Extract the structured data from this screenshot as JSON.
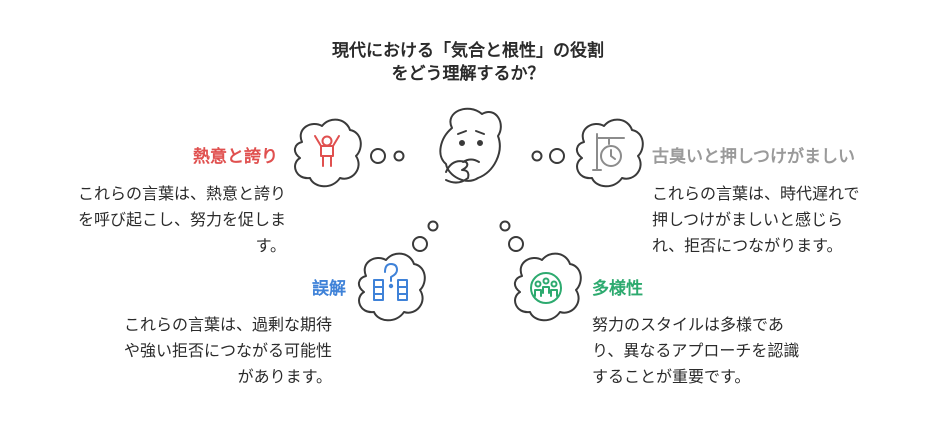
{
  "title": {
    "line1": "現代における「気合と根性」の役割",
    "line2": "をどう理解するか？"
  },
  "nodes": {
    "passion": {
      "label": "熱意と誇り",
      "desc": [
        "これらの言葉は、熱意と誇り",
        "を呼び起こし、努力を促しま",
        "す。"
      ],
      "color": "#e0504f",
      "icon": "person-cheering-icon"
    },
    "outdated": {
      "label": "古臭いと押しつけがましい",
      "desc": [
        "これらの言葉は、時代遅れで",
        "押しつけがましいと感じら",
        "れ、拒否につながります。"
      ],
      "color": "#9a9a9a",
      "icon": "old-sign-clock-icon"
    },
    "misunderstanding": {
      "label": "誤解",
      "desc": [
        "これらの言葉は、過剰な期待",
        "や強い拒否につながる可能性",
        "があります。"
      ],
      "color": "#3f82d8",
      "icon": "question-blocks-icon"
    },
    "diversity": {
      "label": "多様性",
      "desc": [
        "努力のスタイルは多様であ",
        "り、異なるアプローチを認識",
        "することが重要です。"
      ],
      "color": "#2daa6f",
      "icon": "people-group-icon"
    }
  },
  "center": {
    "icon": "thinking-face-icon"
  }
}
